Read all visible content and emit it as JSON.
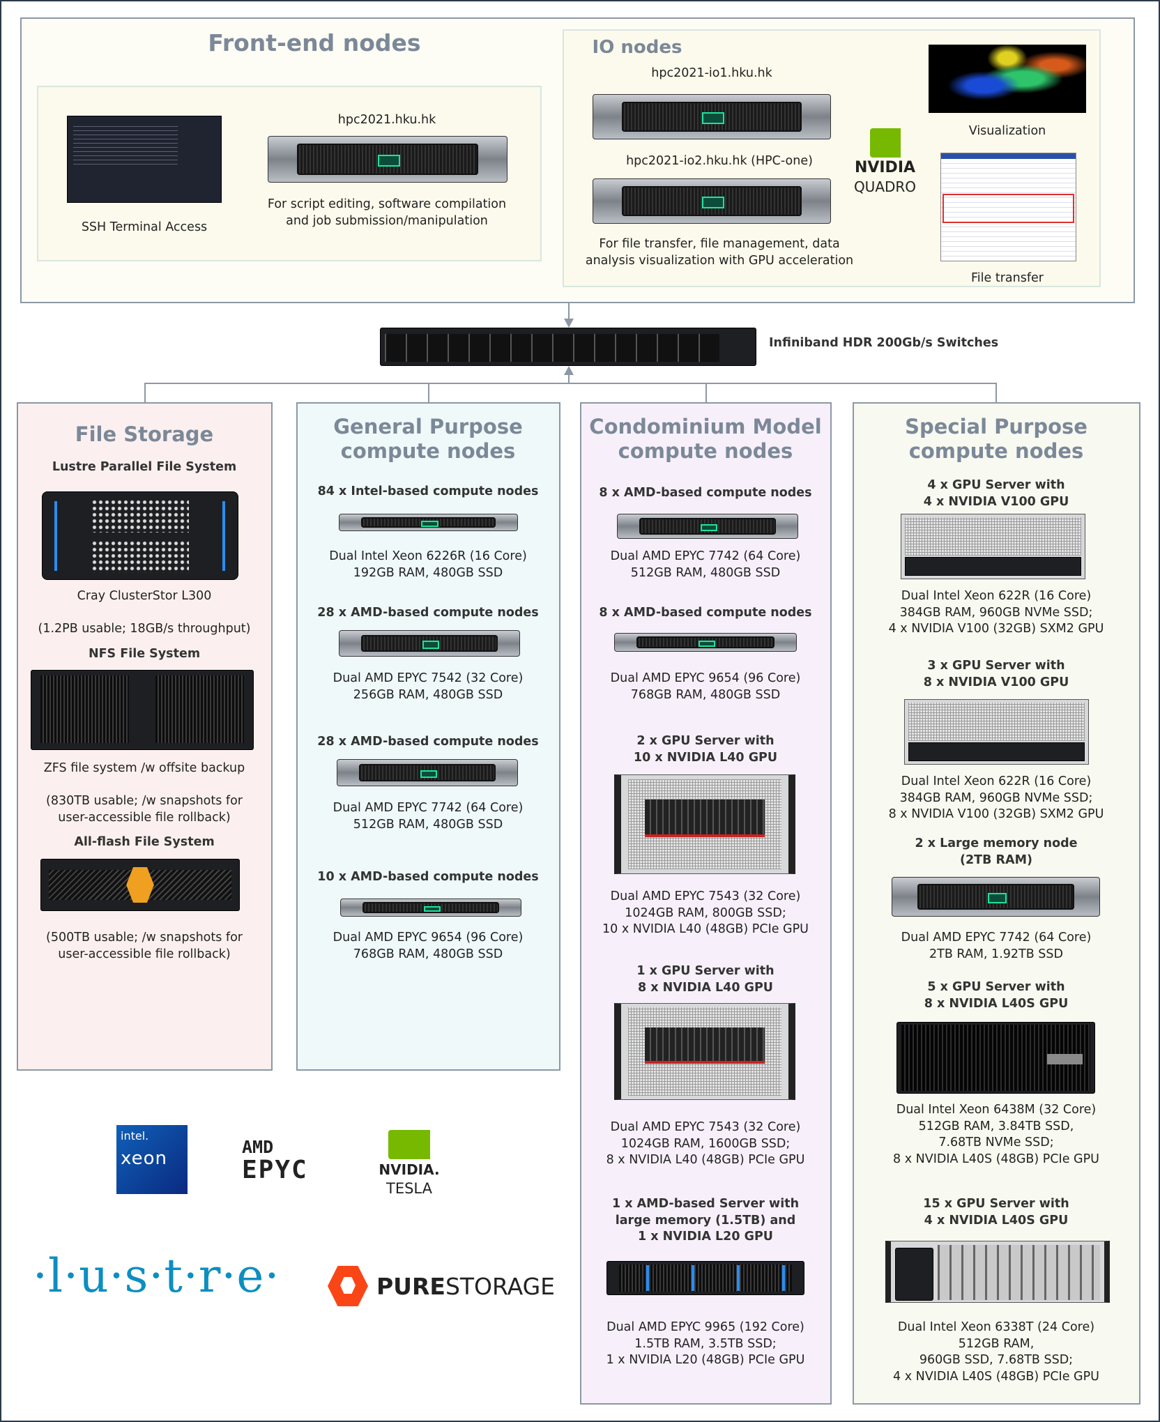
{
  "frontend": {
    "title": "Front-end nodes",
    "ssh_label": "SSH Terminal Access",
    "host": "hpc2021.hku.hk",
    "desc": "For script editing, software compilation\nand job submission/manipulation"
  },
  "io": {
    "title": "IO nodes",
    "host1": "hpc2021-io1.hku.hk",
    "host2": "hpc2021-io2.hku.hk (HPC-one)",
    "desc": "For file transfer, file management, data\nanalysis visualization with GPU acceleration",
    "nvidia_logo": "NVIDIA QUADRO",
    "visualization_label": "Visualization",
    "file_transfer_label": "File transfer"
  },
  "switch": {
    "label": "Infiniband HDR 200Gb/s Switches"
  },
  "columns": [
    {
      "title": "File Storage",
      "color": "#fbf0ef",
      "items": [
        {
          "header": "Lustre Parallel File System",
          "specs": "Cray ClusterStor L300\n\n(1.2PB usable; 18GB/s throughput)"
        },
        {
          "header": "NFS File System",
          "specs": "ZFS file system /w offsite backup\n\n(830TB usable; /w snapshots for\nuser-accessible file rollback)"
        },
        {
          "header": "All-flash File System",
          "specs": "(500TB usable; /w snapshots for\nuser-accessible file rollback)"
        }
      ]
    },
    {
      "title": "General Purpose\ncompute nodes",
      "color": "#eff9fa",
      "items": [
        {
          "header": "84 x Intel-based compute nodes",
          "specs": "Dual Intel Xeon 6226R (16 Core)\n192GB RAM, 480GB SSD"
        },
        {
          "header": "28 x AMD-based compute nodes",
          "specs": "Dual AMD EPYC 7542 (32 Core)\n256GB RAM, 480GB SSD"
        },
        {
          "header": "28 x AMD-based compute nodes",
          "specs": "Dual AMD EPYC 7742 (64 Core)\n512GB RAM, 480GB SSD"
        },
        {
          "header": "10 x AMD-based compute nodes",
          "specs": "Dual AMD EPYC 9654 (96 Core)\n768GB RAM, 480GB SSD"
        }
      ]
    },
    {
      "title": "Condominium Model\ncompute nodes",
      "color": "#f7f0fb",
      "items": [
        {
          "header": "8 x AMD-based compute nodes",
          "specs": "Dual AMD EPYC 7742 (64 Core)\n512GB RAM, 480GB SSD"
        },
        {
          "header": "8 x AMD-based compute nodes",
          "specs": "Dual AMD EPYC 9654 (96 Core)\n768GB RAM, 480GB SSD"
        },
        {
          "header": "2 x GPU Server with\n10 x NVIDIA L40 GPU",
          "specs": "Dual AMD EPYC 7543 (32 Core)\n1024GB RAM, 800GB SSD;\n10 x NVIDIA L40 (48GB) PCIe GPU"
        },
        {
          "header": "1 x GPU Server with\n8 x NVIDIA L40 GPU",
          "specs": "Dual AMD EPYC 7543 (32 Core)\n1024GB RAM, 1600GB SSD;\n8 x NVIDIA L40 (48GB) PCIe GPU"
        },
        {
          "header": "1 x AMD-based Server with\nlarge memory (1.5TB) and\n1 x NVIDIA L20 GPU",
          "specs": "Dual AMD EPYC 9965 (192 Core)\n1.5TB RAM, 3.5TB SSD;\n1 x NVIDIA L20 (48GB) PCIe GPU"
        }
      ]
    },
    {
      "title": "Special Purpose\ncompute nodes",
      "color": "#f8f9f0",
      "items": [
        {
          "header": "4 x GPU Server with\n4 x NVIDIA V100 GPU",
          "specs": "Dual Intel Xeon 622R (16 Core)\n384GB RAM, 960GB NVMe SSD;\n4 x NVIDIA V100 (32GB) SXM2 GPU"
        },
        {
          "header": "3 x GPU Server with\n8 x NVIDIA V100 GPU",
          "specs": "Dual Intel Xeon 622R (16 Core)\n384GB RAM, 960GB NVMe SSD;\n8 x NVIDIA V100 (32GB) SXM2 GPU"
        },
        {
          "header": "2 x Large memory node\n(2TB RAM)",
          "specs": "Dual AMD EPYC 7742 (64 Core)\n2TB RAM, 1.92TB SSD"
        },
        {
          "header": "5 x GPU Server with\n8 x NVIDIA L40S GPU",
          "specs": "Dual Intel Xeon 6438M (32 Core)\n512GB RAM, 3.84TB SSD,\n7.68TB NVMe SSD;\n8 x NVIDIA L40S (48GB) PCIe GPU"
        },
        {
          "header": "15 x GPU Server with\n4 x NVIDIA L40S GPU",
          "specs": "Dual Intel Xeon 6338T (24 Core)\n512GB RAM,\n960GB SSD, 7.68TB SSD;\n4 x NVIDIA L40S (48GB) PCIe GPU"
        }
      ]
    }
  ],
  "logos": {
    "intel": {
      "line1": "intel.",
      "line2": "xeon"
    },
    "amd": {
      "line1": "AMD",
      "line2": "EPYC"
    },
    "nvidia_tesla": {
      "line1": "NVIDIA.",
      "line2": "TESLA"
    },
    "lustre": "·l·u·s·t·r·e·",
    "pure": {
      "bold": "PURE",
      "light": "STORAGE"
    }
  },
  "colors": {
    "title": "#7b8898",
    "border": "#8c98a5",
    "frontend_bg": "#fefdf5",
    "nvidia_green": "#76b900",
    "accent_green": "#1ee39c"
  }
}
